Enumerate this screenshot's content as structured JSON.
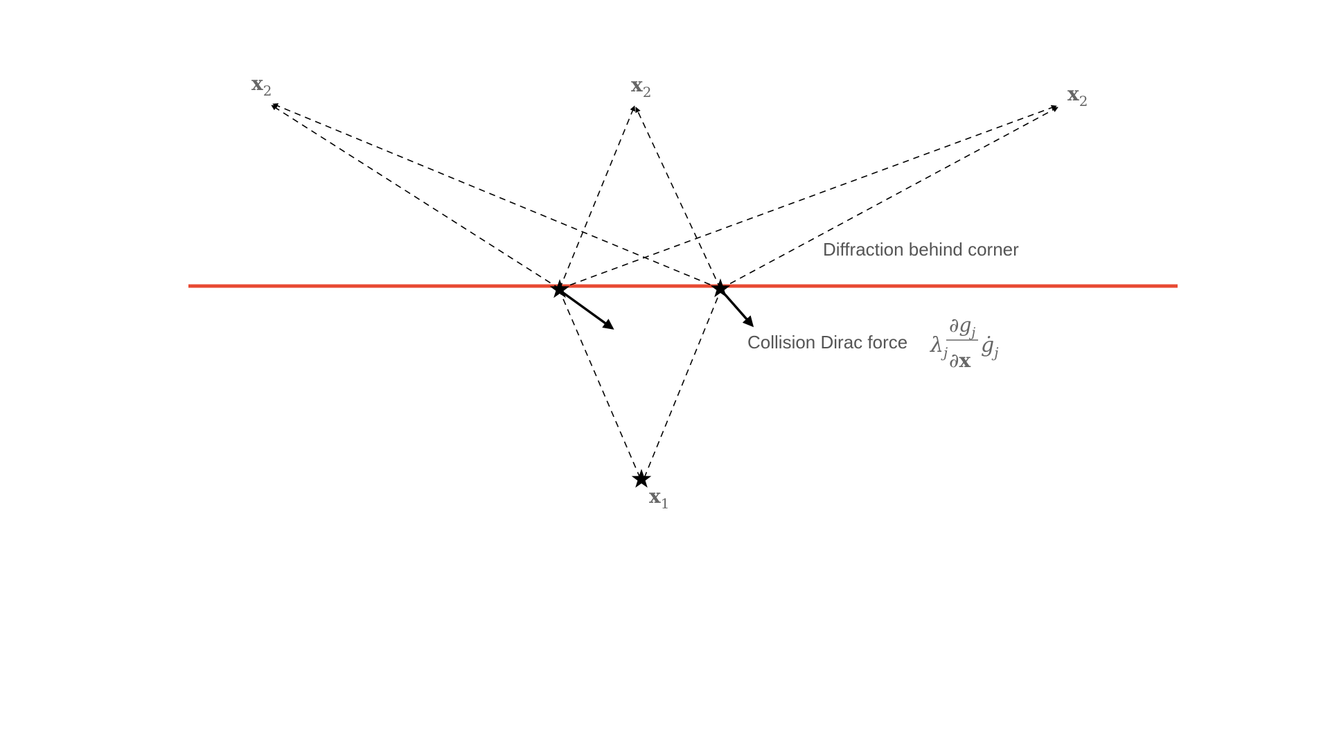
{
  "colors": {
    "boundary": "#e84a33",
    "ray": "#000000",
    "force_arrow": "#000000",
    "star": "#000000",
    "text": "#555555",
    "math": "#666666"
  },
  "labels": {
    "diffraction": "Diffraction behind corner",
    "collision_force": "Collision Dirac force",
    "target_point": {
      "base": "x",
      "sub": "2"
    },
    "source_point": {
      "base": "x",
      "sub": "1"
    },
    "formula": {
      "lambda": "λ",
      "lambda_sub": "j",
      "partial": "∂",
      "g": "g",
      "g_sub": "j",
      "x_bold": "x",
      "gdot": "ġ",
      "gdot_sub": "j"
    }
  },
  "icons": {
    "contact_point": "star-icon",
    "source": "star-icon"
  }
}
